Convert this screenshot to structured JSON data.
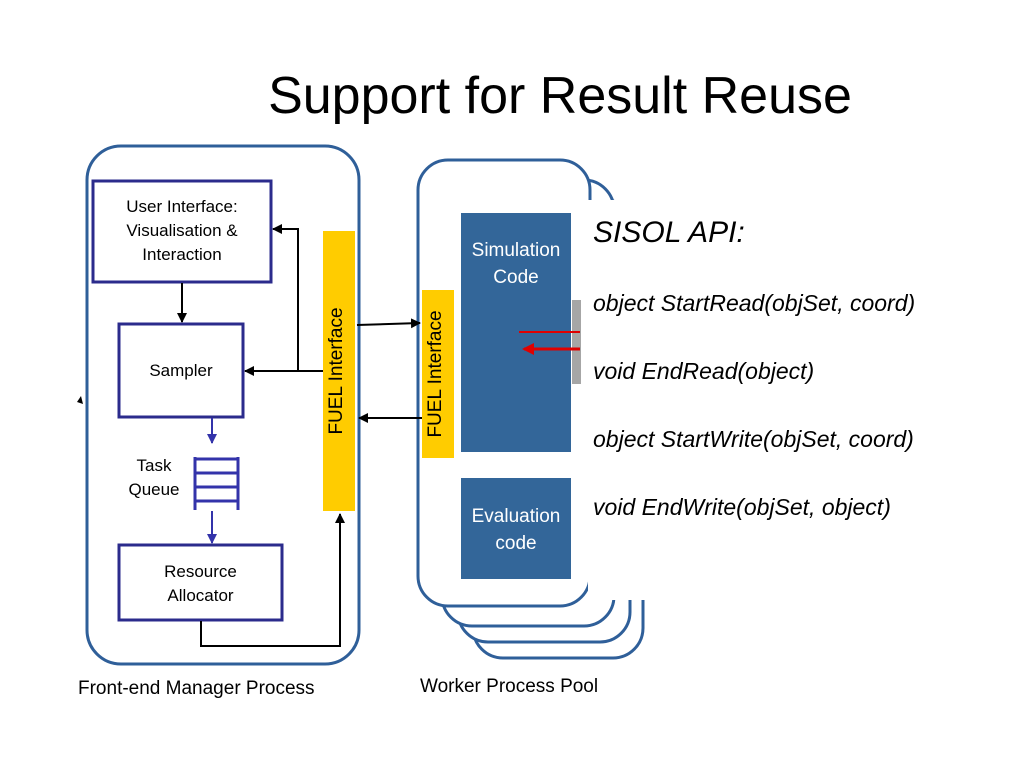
{
  "title": "Support for Result Reuse",
  "front_end": {
    "caption": "Front-end Manager Process",
    "user_interface": [
      "User Interface:",
      "Visualisation &",
      "Interaction"
    ],
    "sampler": "Sampler",
    "task_queue": [
      "Task",
      "Queue"
    ],
    "resource_allocator": [
      "Resource",
      "Allocator"
    ],
    "fuel_interface": "FUEL Interface"
  },
  "worker": {
    "caption": "Worker Process Pool",
    "fuel_interface": "FUEL Interface",
    "simulation_code": [
      "Simulation",
      "Code"
    ],
    "evaluation_code": [
      "Evaluation",
      "code"
    ]
  },
  "api": {
    "title": "SISOL API:",
    "functions": [
      "object StartRead(objSet, coord)",
      "void EndRead(object)",
      "object StartWrite(objSet, coord)",
      "void EndWrite(objSet, object)"
    ]
  },
  "colors": {
    "container_border": "#2f5f99",
    "box_border": "#2b2b8c",
    "fuel_yellow": "#ffcc00",
    "code_block": "#336699",
    "red_arrow": "#e00000",
    "gray_bar": "#a6a6a6"
  }
}
